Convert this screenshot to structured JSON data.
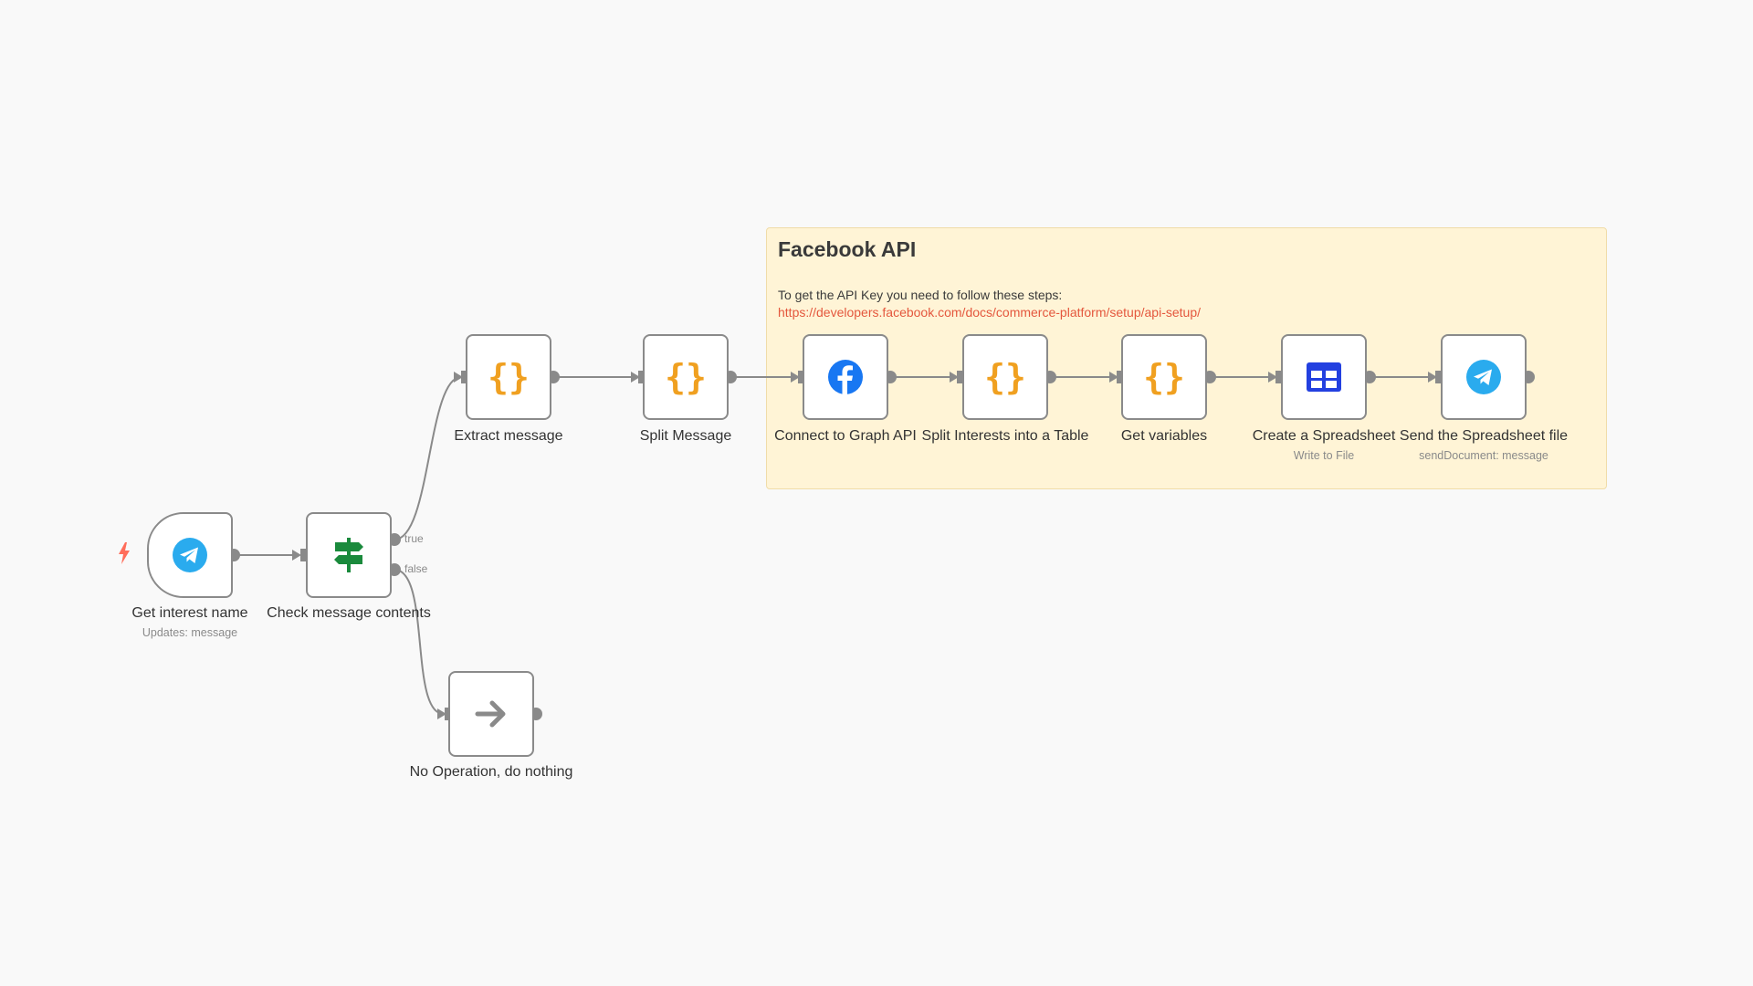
{
  "sticky_note": {
    "title": "Facebook API",
    "text": "To get the API Key you need to follow these steps:",
    "link": "https://developers.facebook.com/docs/commerce-platform/setup/api-setup/"
  },
  "nodes": {
    "get_interest_name": {
      "label": "Get interest name",
      "sublabel": "Updates: message",
      "icon": "telegram-icon"
    },
    "check_message_contents": {
      "label": "Check message contents",
      "icon": "signpost-icon"
    },
    "extract_message": {
      "label": "Extract message",
      "icon": "code-braces-icon"
    },
    "split_message": {
      "label": "Split Message",
      "icon": "code-braces-icon"
    },
    "connect_graph_api": {
      "label": "Connect to Graph API",
      "icon": "facebook-icon"
    },
    "split_interests": {
      "label": "Split Interests into a Table",
      "icon": "code-braces-icon"
    },
    "get_variables": {
      "label": "Get variables",
      "icon": "code-braces-icon"
    },
    "create_spreadsheet": {
      "label": "Create a Spreadsheet",
      "sublabel": "Write to File",
      "icon": "spreadsheet-icon"
    },
    "send_spreadsheet": {
      "label": "Send the Spreadsheet file",
      "sublabel": "sendDocument: message",
      "icon": "telegram-icon"
    },
    "no_operation": {
      "label": "No Operation, do nothing",
      "icon": "arrow-right-icon"
    }
  },
  "branches": {
    "true_label": "true",
    "false_label": "false"
  },
  "colors": {
    "canvas": "#f9f9f9",
    "sticky": "#fff4d6",
    "node_border": "#8a8a8a",
    "connector": "#8a8a8a",
    "code_orange": "#f0a020",
    "telegram_blue": "#2aabee",
    "facebook_blue": "#1877f2",
    "spreadsheet_blue": "#2340e0",
    "if_green": "#1a8a3c",
    "trigger_red": "#ff6d5a",
    "link": "#e4573d"
  }
}
